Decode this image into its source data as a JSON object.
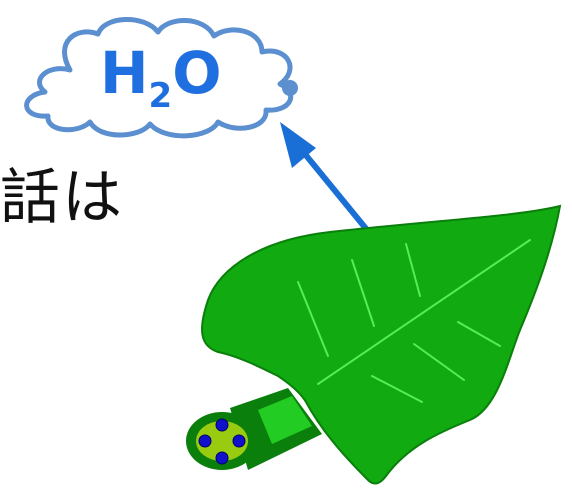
{
  "text_fragment": "話は",
  "cloud": {
    "chem_main": "H",
    "chem_sub": "2",
    "chem_tail": "O"
  },
  "colors": {
    "leaf_fill": "#11aa11",
    "leaf_edge": "#0b7f0b",
    "vein": "#55ee55",
    "stem_outer": "#0b7f0b",
    "stem_inner": "#99cc11",
    "vessel": "#1111cc",
    "arrow": "#1a6fd6",
    "cloud_stroke": "#5b8fd0",
    "text_blue": "#1f6fe0"
  }
}
